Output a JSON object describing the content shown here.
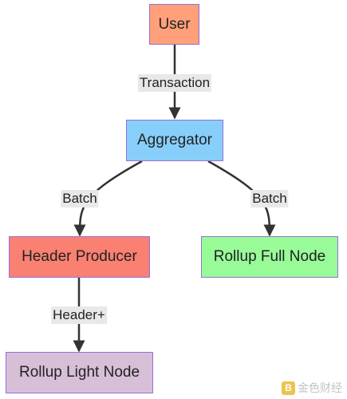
{
  "nodes": {
    "user": {
      "label": "User",
      "color": "#FFA07A"
    },
    "aggregator": {
      "label": "Aggregator",
      "color": "#87CEFA"
    },
    "header_producer": {
      "label": "Header Producer",
      "color": "#FA8072"
    },
    "rollup_full_node": {
      "label": "Rollup Full Node",
      "color": "#98FB98"
    },
    "rollup_light_node": {
      "label": "Rollup Light Node",
      "color": "#D8BFD8"
    }
  },
  "edges": {
    "user_to_aggregator": "Transaction",
    "aggregator_to_header_producer": "Batch",
    "aggregator_to_full_node": "Batch",
    "header_producer_to_light_node": "Header+"
  },
  "watermark": {
    "text": "金色财经"
  }
}
